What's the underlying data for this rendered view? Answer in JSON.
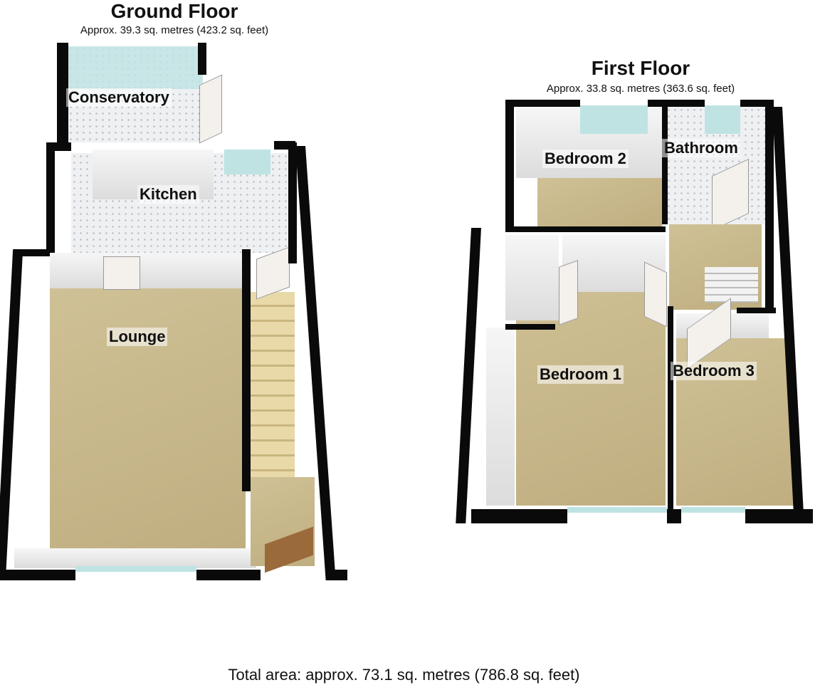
{
  "ground_floor": {
    "title": "Ground Floor",
    "area": "Approx. 39.3 sq. metres (423.2 sq. feet)",
    "rooms": {
      "conservatory": "Conservatory",
      "kitchen": "Kitchen",
      "lounge": "Lounge"
    }
  },
  "first_floor": {
    "title": "First Floor",
    "area": "Approx. 33.8 sq. metres (363.6 sq. feet)",
    "rooms": {
      "bedroom2": "Bedroom 2",
      "bathroom": "Bathroom",
      "bedroom1": "Bedroom 1",
      "bedroom3": "Bedroom 3"
    }
  },
  "total_area": "Total area: approx. 73.1 sq. metres (786.8 sq. feet)"
}
